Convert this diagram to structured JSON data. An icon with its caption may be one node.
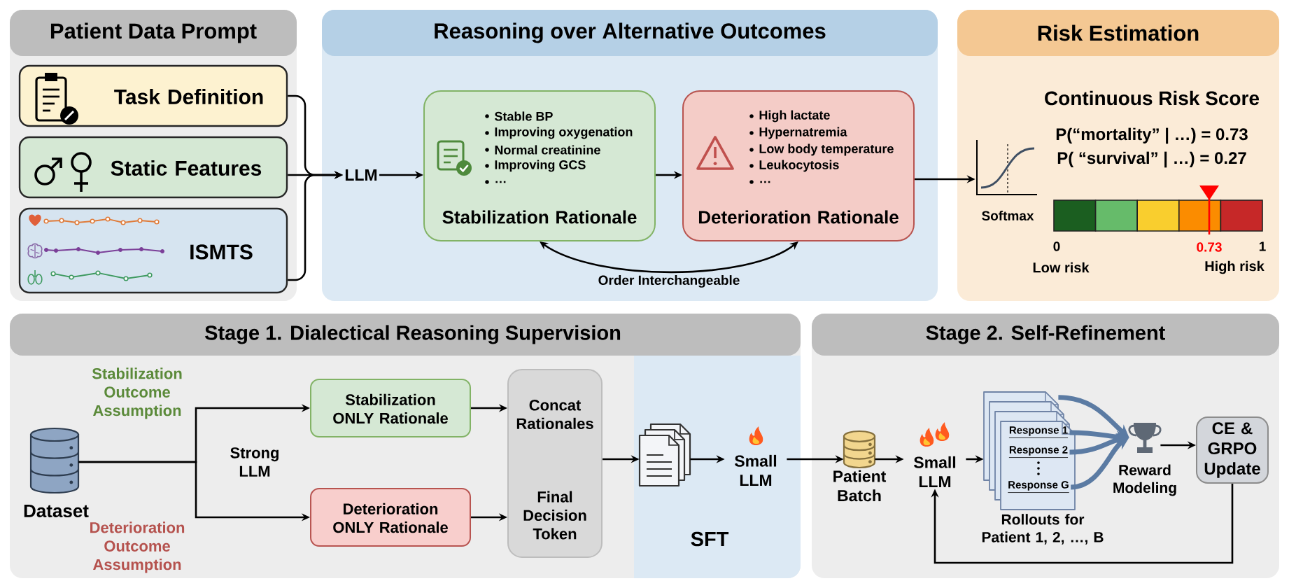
{
  "diagram": {
    "nodes": [
      {
        "text": [
          "Patient Data Prompt"
        ]
      },
      {
        "text": [
          "Task Definition"
        ],
        "in": 0
      },
      {
        "text": [
          "Static Features"
        ],
        "in": 0
      },
      {
        "text": [
          "ISMTS"
        ],
        "in": 0
      },
      {
        "text": [
          "Reasoning over Alternative Outcomes"
        ]
      },
      {
        "text": [
          "LLM"
        ],
        "in": 4
      },
      {
        "text": [
          "Stable BP",
          "Improving oxygenation",
          "Normal creatinine",
          "Improving GCS",
          "…",
          "Stabilization Rationale"
        ],
        "in": 4
      },
      {
        "text": [
          "High lactate",
          "Hypernatremia",
          "Low body temperature",
          "Leukocytosis",
          "…",
          "Deterioration Rationale"
        ],
        "in": 4
      },
      {
        "text": [
          "Risk Estimation"
        ]
      },
      {
        "text": [],
        "shape": "picture",
        "beside": [
          "Softmax"
        ],
        "in": 8
      },
      {
        "text": [
          "Stage 1. Dialectical Reasoning Supervision"
        ]
      },
      {
        "text": [],
        "shape": "cylinder",
        "beside": [
          "Dataset"
        ],
        "in": 10
      },
      {
        "text": [
          "Stabilization ONLY Rationale"
        ],
        "in": 10
      },
      {
        "text": [
          "Deterioration ONLY Rationale"
        ],
        "in": 10
      },
      {
        "text": [
          "Concat Rationales",
          "Final Decision Token"
        ],
        "in": 10
      },
      {
        "text": [
          "SFT"
        ],
        "in": 10
      },
      {
        "text": [],
        "shape": "picture",
        "in": 15
      },
      {
        "text": [
          "Small LLM"
        ],
        "in": 15
      },
      {
        "text": [
          "Stage 2. Self-Refinement"
        ]
      },
      {
        "text": [],
        "shape": "cylinder",
        "beside": [
          "Patient Batch"
        ],
        "in": 18
      },
      {
        "text": [
          "Small LLM"
        ],
        "in": 18
      },
      {
        "text": [],
        "shape": "box",
        "beside": [
          "Rollouts for Patient 1, 2, …, B"
        ],
        "in": 18
      },
      {
        "text": [
          "Response 1"
        ],
        "in": 21
      },
      {
        "text": [
          "Response 2"
        ],
        "in": 21
      },
      {
        "text": [
          "Response G"
        ],
        "in": 21
      },
      {
        "text": [],
        "shape": "picture",
        "beside": [
          "Reward Modeling"
        ],
        "in": 18
      },
      {
        "text": [
          "CE & GRPO Update"
        ],
        "in": 18
      }
    ],
    "edges": [
      {
        "from": 1,
        "to": 5,
        "arrow": "to"
      },
      {
        "from": 2,
        "to": 5,
        "arrow": "to"
      },
      {
        "from": 3,
        "to": 5,
        "arrow": "to"
      },
      {
        "from": 5,
        "to": 6,
        "arrow": "to"
      },
      {
        "from": 6,
        "to": 7,
        "arrow": "to"
      },
      {
        "from": 6,
        "to": 7,
        "arrow": "both",
        "label": "Order Interchangeable"
      },
      {
        "from": 7,
        "to": 9,
        "arrow": "to"
      },
      {
        "from": 11,
        "to": 12,
        "arrow": "to",
        "label": "Stabilization Outcome Assumption"
      },
      {
        "from": 11,
        "to": 13,
        "arrow": "to",
        "label": "Deterioration Outcome Assumption"
      },
      {
        "from": 12,
        "to": 14,
        "arrow": "to"
      },
      {
        "from": 13,
        "to": 14,
        "arrow": "to"
      },
      {
        "from": 14,
        "to": 16,
        "arrow": "to"
      },
      {
        "from": 16,
        "to": 17,
        "arrow": "to"
      },
      {
        "from": 17,
        "to": 19,
        "arrow": "to"
      },
      {
        "from": 19,
        "to": 20,
        "arrow": "to"
      },
      {
        "from": 20,
        "to": 21,
        "arrow": "to"
      },
      {
        "from": 21,
        "to": 25,
        "arrow": "to",
        "style": "thick",
        "color": "#5b7ba3"
      },
      {
        "from": 22,
        "to": 25,
        "arrow": "to",
        "style": "thick",
        "color": "#5b7ba3"
      },
      {
        "from": 23,
        "to": 25,
        "arrow": "to",
        "style": "thick",
        "color": "#5b7ba3"
      },
      {
        "from": 24,
        "to": 25,
        "arrow": "to",
        "style": "thick",
        "color": "#5b7ba3"
      },
      {
        "from": 25,
        "to": 26,
        "arrow": "to"
      },
      {
        "from": 26,
        "to": 20,
        "arrow": "to"
      }
    ],
    "labels": [
      "Continuous Risk Score",
      "P(“mortality” | …) = 0.73",
      "P( “survival” | …) = 0.27",
      "0",
      "0.73",
      "1",
      "Low risk",
      "High risk",
      "Strong LLM"
    ]
  }
}
